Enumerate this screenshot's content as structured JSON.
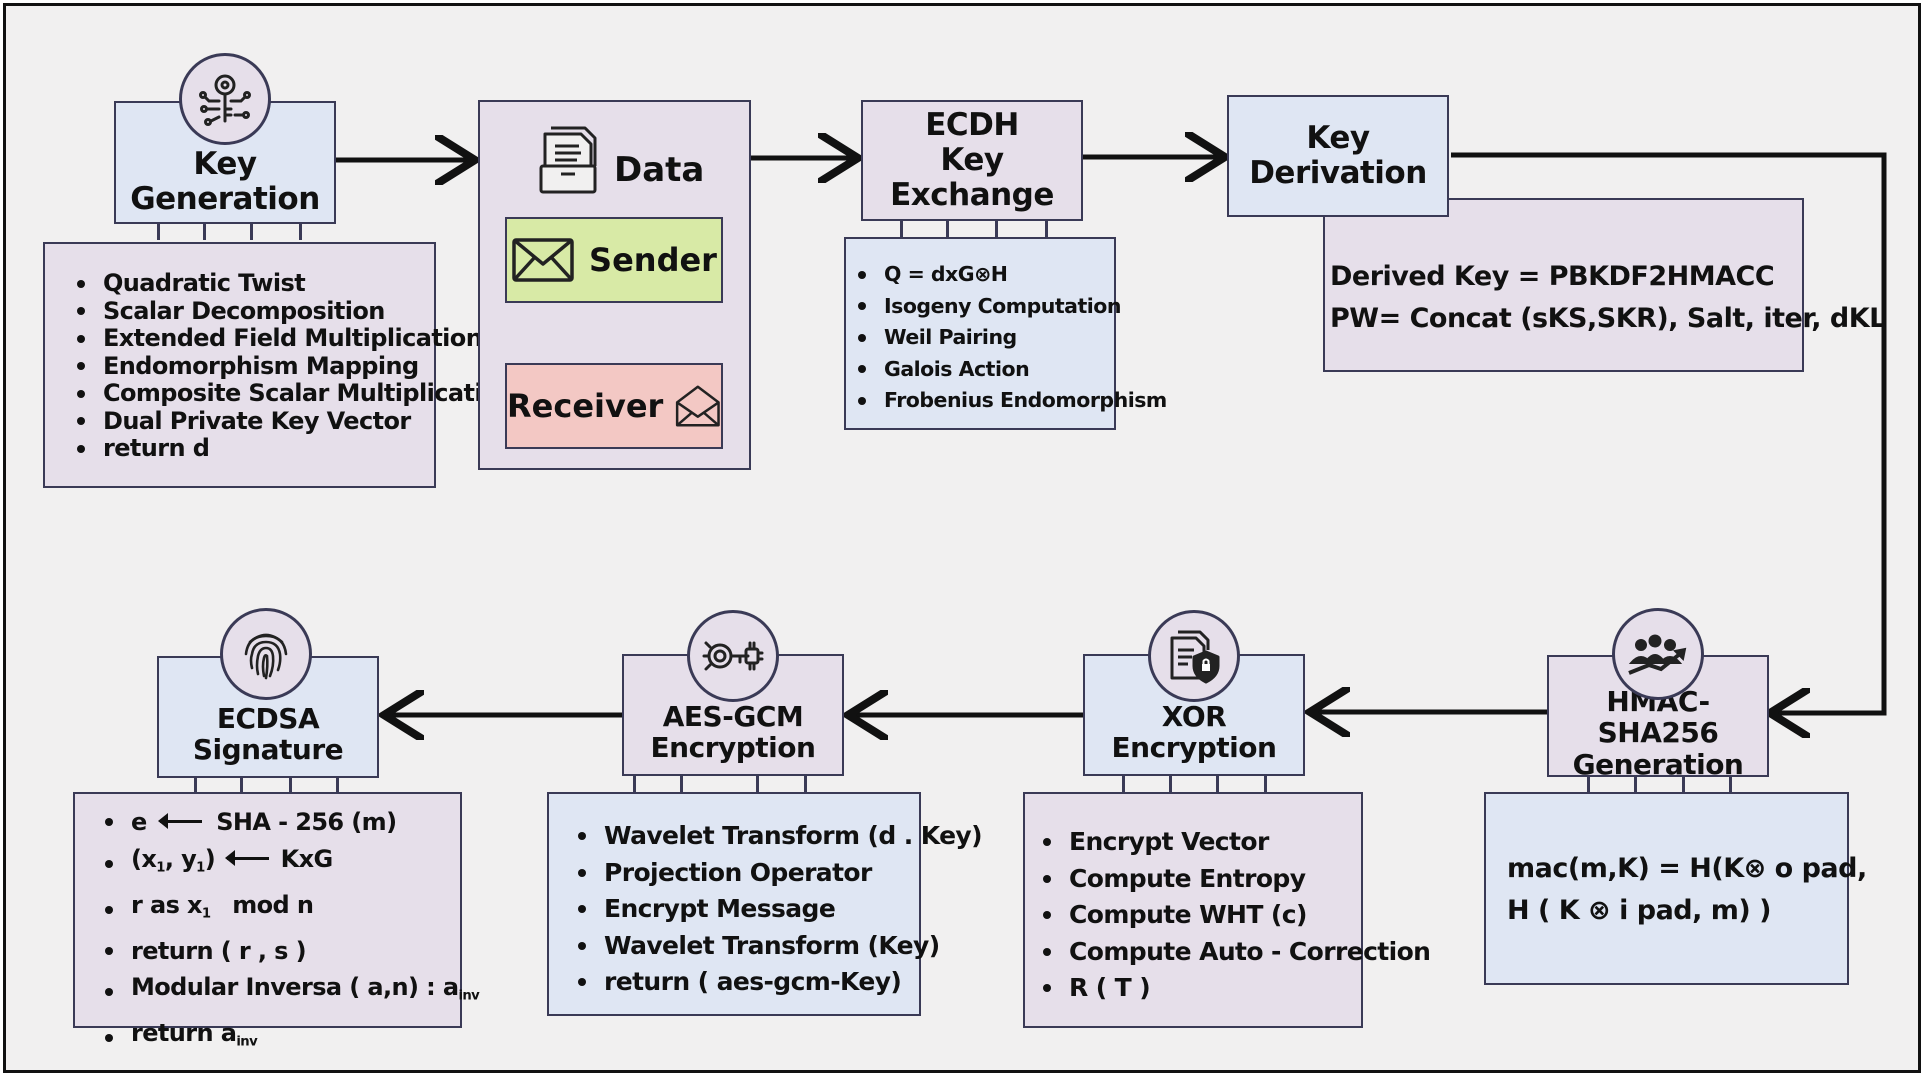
{
  "key_generation": {
    "title": "Key Generation",
    "icon": "key-circuit-icon",
    "items": [
      "Quadratic Twist",
      "Scalar Decomposition",
      "Extended Field Multiplication",
      "Endomorphism Mapping",
      "Composite Scalar Multiplication",
      "Dual Private Key Vector",
      "return d"
    ]
  },
  "data_block": {
    "title": "Data",
    "icon": "documents-icon",
    "sender_label": "Sender",
    "sender_icon": "envelope-closed-icon",
    "receiver_label": "Receiver",
    "receiver_icon": "envelope-open-icon",
    "colors": {
      "sender_bg": "#d8eaa6",
      "receiver_bg": "#f3c8c4",
      "panel_bg": "#e6dfea"
    }
  },
  "ecdh": {
    "title_line1": "ECDH",
    "title_line2": "Key Exchange",
    "items": [
      "Q = dxG⊗H",
      "Isogeny Computation",
      "Weil Pairing",
      "Galois Action",
      "Frobenius Endomorphism"
    ]
  },
  "key_derivation": {
    "title_line1": "Key",
    "title_line2": "Derivation",
    "formula_line1": "Derived Key = PBKDF2HMACC",
    "formula_line2": "PW= Concat (sKS,SKR), Salt, iter, dKL"
  },
  "hmac": {
    "title_line1": "HMAC-SHA256",
    "title_line2": "Generation",
    "icon": "group-growth-icon",
    "formula_line1": "mac(m,K) = H(K⊗ o pad,",
    "formula_line2": "H ( K ⊗ i pad, m) )"
  },
  "xor": {
    "title_line1": "XOR",
    "title_line2": "Encryption",
    "icon": "document-shield-icon",
    "items": [
      "Encrypt Vector",
      "Compute Entropy",
      "Compute WHT (c)",
      "Compute Auto - Correction",
      "R ( T )"
    ]
  },
  "aes": {
    "title_line1": "AES-GCM",
    "title_line2": "Encryption",
    "icon": "key-chip-icon",
    "items": [
      "Wavelet Transform (d . Key)",
      "Projection Operator",
      "Encrypt Message",
      "Wavelet Transform (Key)",
      "return ( aes-gcm-Key)"
    ]
  },
  "ecdsa": {
    "title_line1": "ECDSA",
    "title_line2": "Signature",
    "icon": "fingerprint-icon",
    "items": {
      "e_var": "e",
      "sha": "SHA - 256 (m)",
      "x1": "x",
      "y1": "y",
      "sub1": "1",
      "kxg": "KxG",
      "r_as": "r as x",
      "mod_n": "mod n",
      "return_rs": "return ( r , s )",
      "mod_inv": "Modular Inversa ( a,n) : a",
      "inv": "inv",
      "return_a": "return a"
    }
  },
  "colors": {
    "title_blue": "#dfe6f3",
    "panel_lavender": "#e6dfea",
    "border": "#3a3a56",
    "background": "#f1f0f0"
  }
}
